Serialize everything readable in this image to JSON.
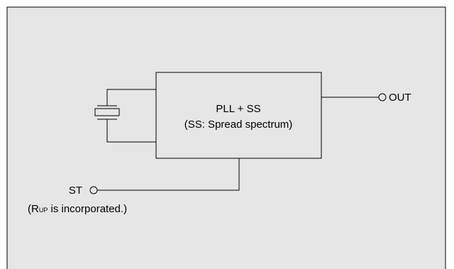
{
  "block": {
    "line1": "PLL + SS",
    "line2": "(SS: Spread spectrum)"
  },
  "output": {
    "label": "OUT"
  },
  "standby": {
    "label": "ST",
    "note_prefix": "(R",
    "note_sub": "UP",
    "note_suffix": " is incorporated.)"
  },
  "colors": {
    "panel": "#e6e6e6",
    "stroke": "#000000",
    "block_fill": "#e6e6e6"
  }
}
